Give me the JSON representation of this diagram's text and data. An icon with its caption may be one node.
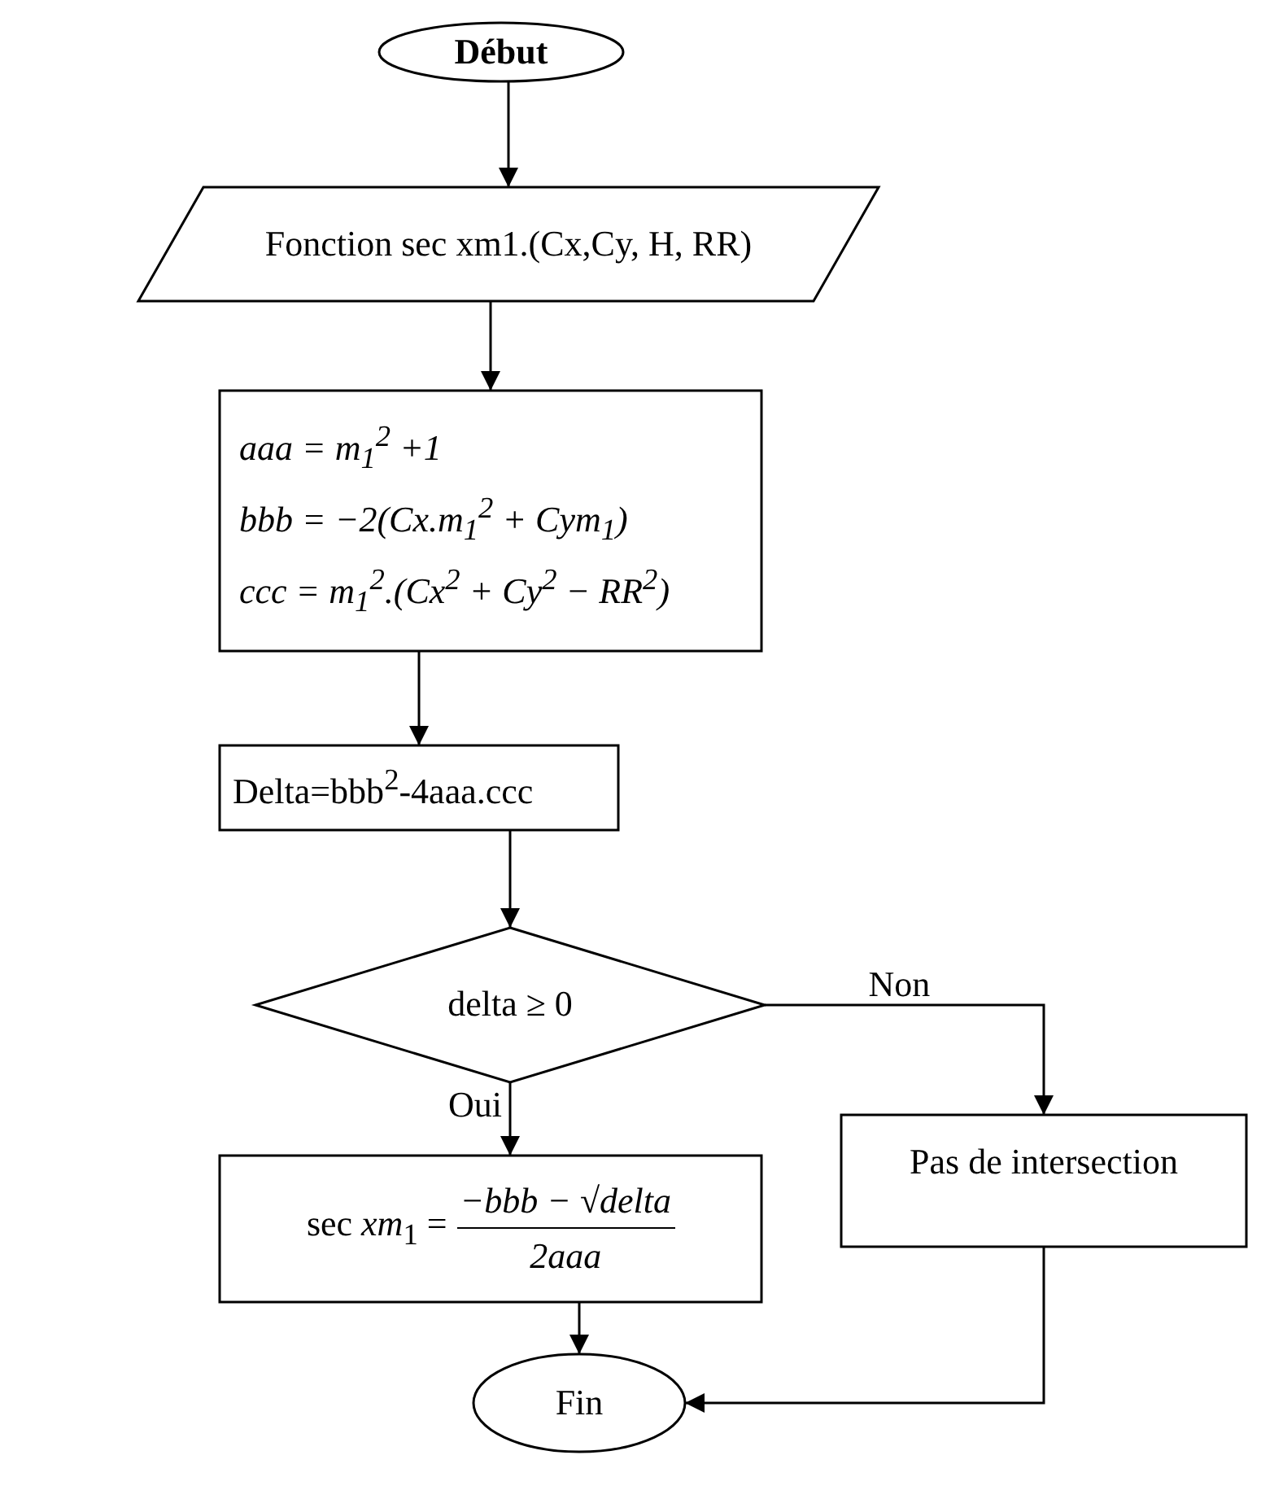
{
  "diagram": {
    "nodes": [
      {
        "text": [
          "Début"
        ]
      },
      {
        "text": [
          "Fonction sec xm1.(Cx,Cy, H, RR)"
        ]
      },
      {
        "text": [
          "aaa = m$_{1}$$^{2}$ +1",
          "bbb = −2(Cx.m$_{1}$$^{2}$ + Cym$_{1}$)",
          "ccc = m$_{1}$$^{2}$.(Cx$^{2}$ + Cy$^{2}$ − RR$^{2}$)"
        ]
      },
      {
        "text": [
          "Delta=bbb$^{2}$-4aaa.ccc"
        ]
      },
      {
        "text": [
          "delta ≥ 0"
        ]
      },
      {
        "text": [
          "sec *xm*$_{1}$ =",
          "−bbb − √delta",
          "2aaa"
        ]
      },
      {
        "text": [
          "Pas de intersection"
        ]
      },
      {
        "text": [
          "Fin"
        ]
      }
    ],
    "edges": [
      {
        "from": 0,
        "to": 1,
        "arrow": "to"
      },
      {
        "from": 1,
        "to": 2,
        "arrow": "to"
      },
      {
        "from": 2,
        "to": 3,
        "arrow": "to"
      },
      {
        "from": 3,
        "to": 4,
        "arrow": "to"
      },
      {
        "from": 4,
        "to": 5,
        "arrow": "to",
        "label": "Oui"
      },
      {
        "from": 4,
        "to": 6,
        "arrow": "to",
        "label": "Non"
      },
      {
        "from": 5,
        "to": 7,
        "arrow": "to"
      },
      {
        "from": 6,
        "to": 7,
        "arrow": "to"
      }
    ]
  }
}
